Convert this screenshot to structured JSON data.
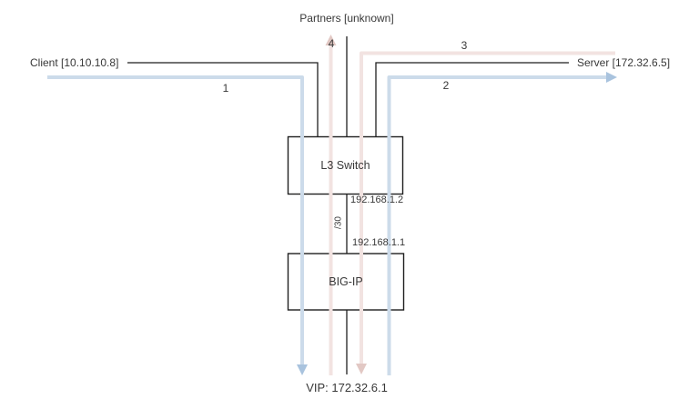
{
  "colors": {
    "background": "#ffffff",
    "text": "#383838",
    "line": "#1f1f1f",
    "box_border": "#1f1f1f",
    "box_fill": "#ffffff",
    "flow_blue": "#ccdbea",
    "flow_blue_arrow": "#a9c3de",
    "flow_pink": "#f2e3e1",
    "flow_pink_arrow": "#e2c8c4"
  },
  "nodes": {
    "client": {
      "label": "Client [10.10.10.8]"
    },
    "server": {
      "label": "Server [172.32.6.5]"
    },
    "partners": {
      "label": "Partners [unknown]"
    },
    "l3_switch": {
      "label": "L3 Switch"
    },
    "big_ip": {
      "label": "BIG-IP"
    },
    "vip": {
      "label": "VIP: 172.32.6.1"
    }
  },
  "interconnect": {
    "switch_ip": "192.168.1.2",
    "bigip_ip": "192.168.1.1",
    "subnet": "/30"
  },
  "flows": [
    {
      "number": "1",
      "color_name": "blue",
      "direction": "client-to-vip"
    },
    {
      "number": "2",
      "color_name": "blue",
      "direction": "bigip-to-server"
    },
    {
      "number": "3",
      "color_name": "pink",
      "direction": "server-to-vip"
    },
    {
      "number": "4",
      "color_name": "pink",
      "direction": "vip-to-partners"
    }
  ]
}
